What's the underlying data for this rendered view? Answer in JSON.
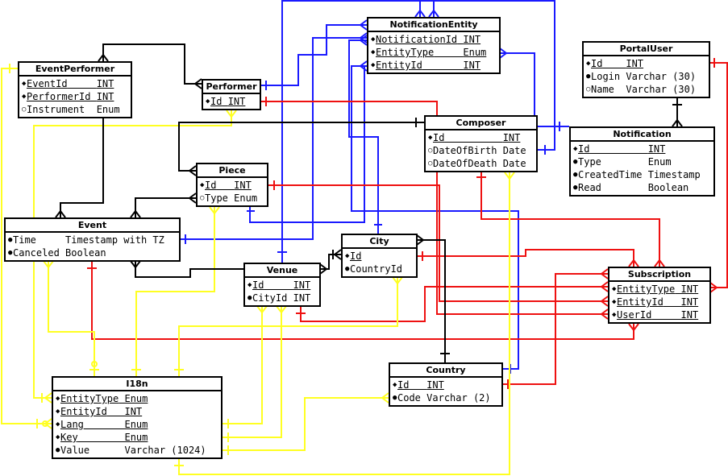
{
  "entities": {
    "event_performer": {
      "name": "EventPerformer",
      "attrs": [
        {
          "marker": "◆",
          "name": "EventId",
          "type": "INT",
          "key": true
        },
        {
          "marker": "◆",
          "name": "PerformerId",
          "type": "INT",
          "key": true
        },
        {
          "marker": "○",
          "name": "Instrument",
          "type": "Enum",
          "key": false
        }
      ]
    },
    "performer": {
      "name": "Performer",
      "attrs": [
        {
          "marker": "◆",
          "name": "Id",
          "type": "INT",
          "key": true
        }
      ]
    },
    "notification_entity": {
      "name": "NotificationEntity",
      "attrs": [
        {
          "marker": "◆",
          "name": "NotificationId",
          "type": "INT",
          "key": true
        },
        {
          "marker": "◆",
          "name": "EntityType",
          "type": "Enum",
          "key": true
        },
        {
          "marker": "◆",
          "name": "EntityId",
          "type": "INT",
          "key": true
        }
      ]
    },
    "portal_user": {
      "name": "PortalUser",
      "attrs": [
        {
          "marker": "◆",
          "name": "Id",
          "type": "INT",
          "key": true
        },
        {
          "marker": "●",
          "name": "Login",
          "type": "Varchar (30)",
          "key": false
        },
        {
          "marker": "○",
          "name": "Name",
          "type": "Varchar (30)",
          "key": false
        }
      ]
    },
    "composer": {
      "name": "Composer",
      "attrs": [
        {
          "marker": "◆",
          "name": "Id",
          "type": "INT",
          "key": true
        },
        {
          "marker": "○",
          "name": "DateOfBirth",
          "type": "Date",
          "key": false
        },
        {
          "marker": "○",
          "name": "DateOfDeath",
          "type": "Date",
          "key": false
        }
      ]
    },
    "notification": {
      "name": "Notification",
      "attrs": [
        {
          "marker": "◆",
          "name": "Id",
          "type": "INT",
          "key": true
        },
        {
          "marker": "●",
          "name": "Type",
          "type": "Enum",
          "key": false
        },
        {
          "marker": "●",
          "name": "CreatedTime",
          "type": "Timestamp",
          "key": false
        },
        {
          "marker": "●",
          "name": "Read",
          "type": "Boolean",
          "key": false
        }
      ]
    },
    "piece": {
      "name": "Piece",
      "attrs": [
        {
          "marker": "◆",
          "name": "Id",
          "type": "INT",
          "key": true
        },
        {
          "marker": "○",
          "name": "Type",
          "type": "Enum",
          "key": false
        }
      ]
    },
    "event": {
      "name": "Event",
      "attrs": [
        {
          "marker": "●",
          "name": "Time",
          "type": "Timestamp with TZ",
          "key": false
        },
        {
          "marker": "●",
          "name": "Canceled",
          "type": "Boolean",
          "key": false
        }
      ]
    },
    "city": {
      "name": "City",
      "attrs": [
        {
          "marker": "◆",
          "name": "Id",
          "type": "",
          "key": true
        },
        {
          "marker": "●",
          "name": "CountryId",
          "type": "",
          "key": false
        }
      ]
    },
    "venue": {
      "name": "Venue",
      "attrs": [
        {
          "marker": "◆",
          "name": "Id",
          "type": "INT",
          "key": true
        },
        {
          "marker": "●",
          "name": "CityId",
          "type": "INT",
          "key": false
        }
      ]
    },
    "subscription": {
      "name": "Subscription",
      "attrs": [
        {
          "marker": "◆",
          "name": "EntityType",
          "type": "INT",
          "key": true
        },
        {
          "marker": "◆",
          "name": "EntityId",
          "type": "INT",
          "key": true
        },
        {
          "marker": "◆",
          "name": "UserId",
          "type": "INT",
          "key": true
        }
      ]
    },
    "country": {
      "name": "Country",
      "attrs": [
        {
          "marker": "◆",
          "name": "Id",
          "type": "INT",
          "key": true
        },
        {
          "marker": "●",
          "name": "Code",
          "type": "Varchar (2)",
          "key": false
        }
      ]
    },
    "i18n": {
      "name": "I18n",
      "attrs": [
        {
          "marker": "◆",
          "name": "EntityType",
          "type": "Enum",
          "key": true
        },
        {
          "marker": "◆",
          "name": "EntityId",
          "type": "INT",
          "key": true
        },
        {
          "marker": "◆",
          "name": "Lang",
          "type": "Enum",
          "key": true
        },
        {
          "marker": "◆",
          "name": "Key",
          "type": "Enum",
          "key": true
        },
        {
          "marker": "●",
          "name": "Value",
          "type": "Varchar (1024)",
          "key": false
        }
      ]
    }
  },
  "colors": {
    "black": "#000000",
    "blue": "#1a1aff",
    "red": "#ee1111",
    "yellow": "#ffff22"
  }
}
